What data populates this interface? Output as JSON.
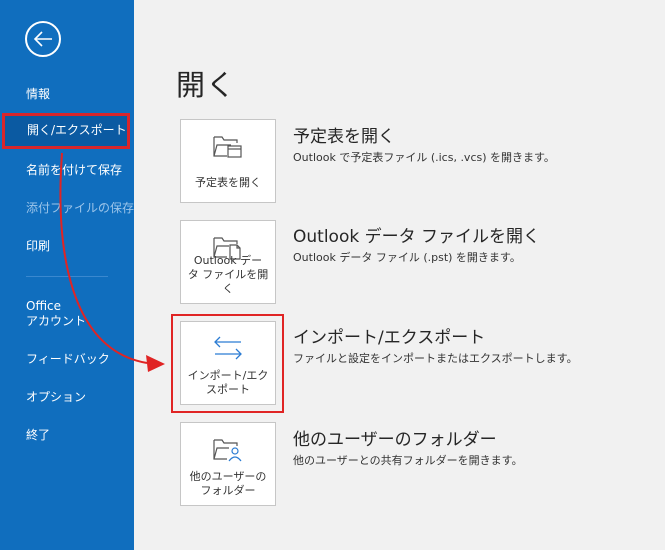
{
  "sidebar": {
    "items": [
      {
        "label": "情報",
        "state": "normal"
      },
      {
        "label": "開く/エクスポート",
        "state": "selected"
      },
      {
        "label": "名前を付けて保存",
        "state": "normal"
      },
      {
        "label": "添付ファイルの保存",
        "state": "disabled"
      },
      {
        "label": "印刷",
        "state": "normal"
      },
      {
        "label_line1": "Office",
        "label_line2": "アカウント",
        "state": "normal"
      },
      {
        "label": "フィードバック",
        "state": "normal"
      },
      {
        "label": "オプション",
        "state": "normal"
      },
      {
        "label": "終了",
        "state": "normal"
      }
    ]
  },
  "main": {
    "title": "開く",
    "options": [
      {
        "tile_label": "予定表を開く",
        "title": "予定表を開く",
        "description": "Outlook で予定表ファイル (.ics, .vcs) を開きます。",
        "icon": "calendar-folder-icon"
      },
      {
        "tile_label_line1": "Outlook デー",
        "tile_label_line2": "タ ファイルを開く",
        "title": "Outlook データ ファイルを開く",
        "description": "Outlook データ ファイル (.pst) を開きます。",
        "icon": "data-file-folder-icon"
      },
      {
        "tile_label_line1": "インポート/エク",
        "tile_label_line2": "スポート",
        "title": "インポート/エクスポート",
        "description": "ファイルと設定をインポートまたはエクスポートします。",
        "icon": "import-export-arrows-icon"
      },
      {
        "tile_label_line1": "他のユーザーの",
        "tile_label_line2": "フォルダー",
        "title": "他のユーザーのフォルダー",
        "description": "他のユーザーとの共有フォルダーを開きます。",
        "icon": "shared-user-folder-icon"
      }
    ]
  },
  "colors": {
    "sidebar_bg": "#106ebe",
    "sidebar_selected_bg": "#0b5aa2",
    "annotation_red": "#e02424",
    "page_bg": "#f1f1f1"
  }
}
